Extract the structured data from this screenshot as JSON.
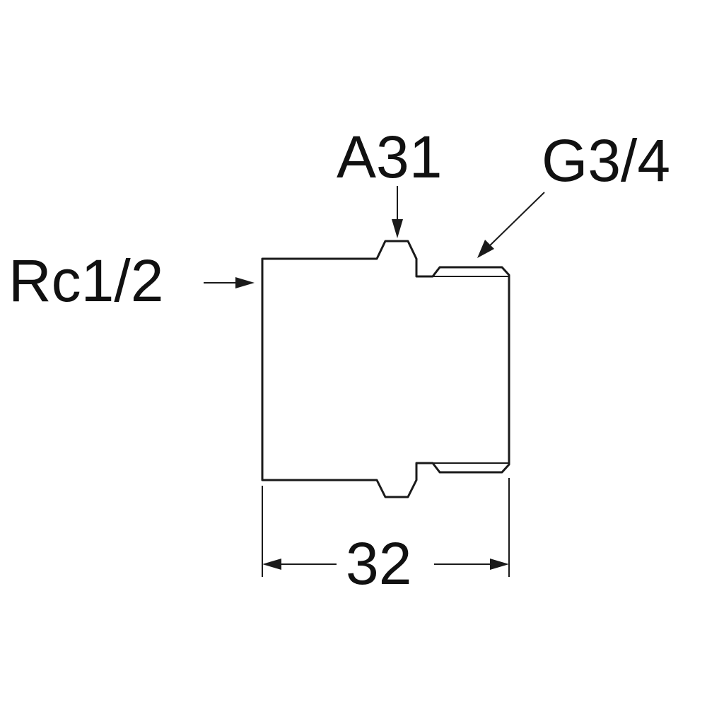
{
  "labels": {
    "inlet_thread": "Rc1/2",
    "hex_size": "A31",
    "outlet_thread": "G3/4",
    "length": "32"
  }
}
